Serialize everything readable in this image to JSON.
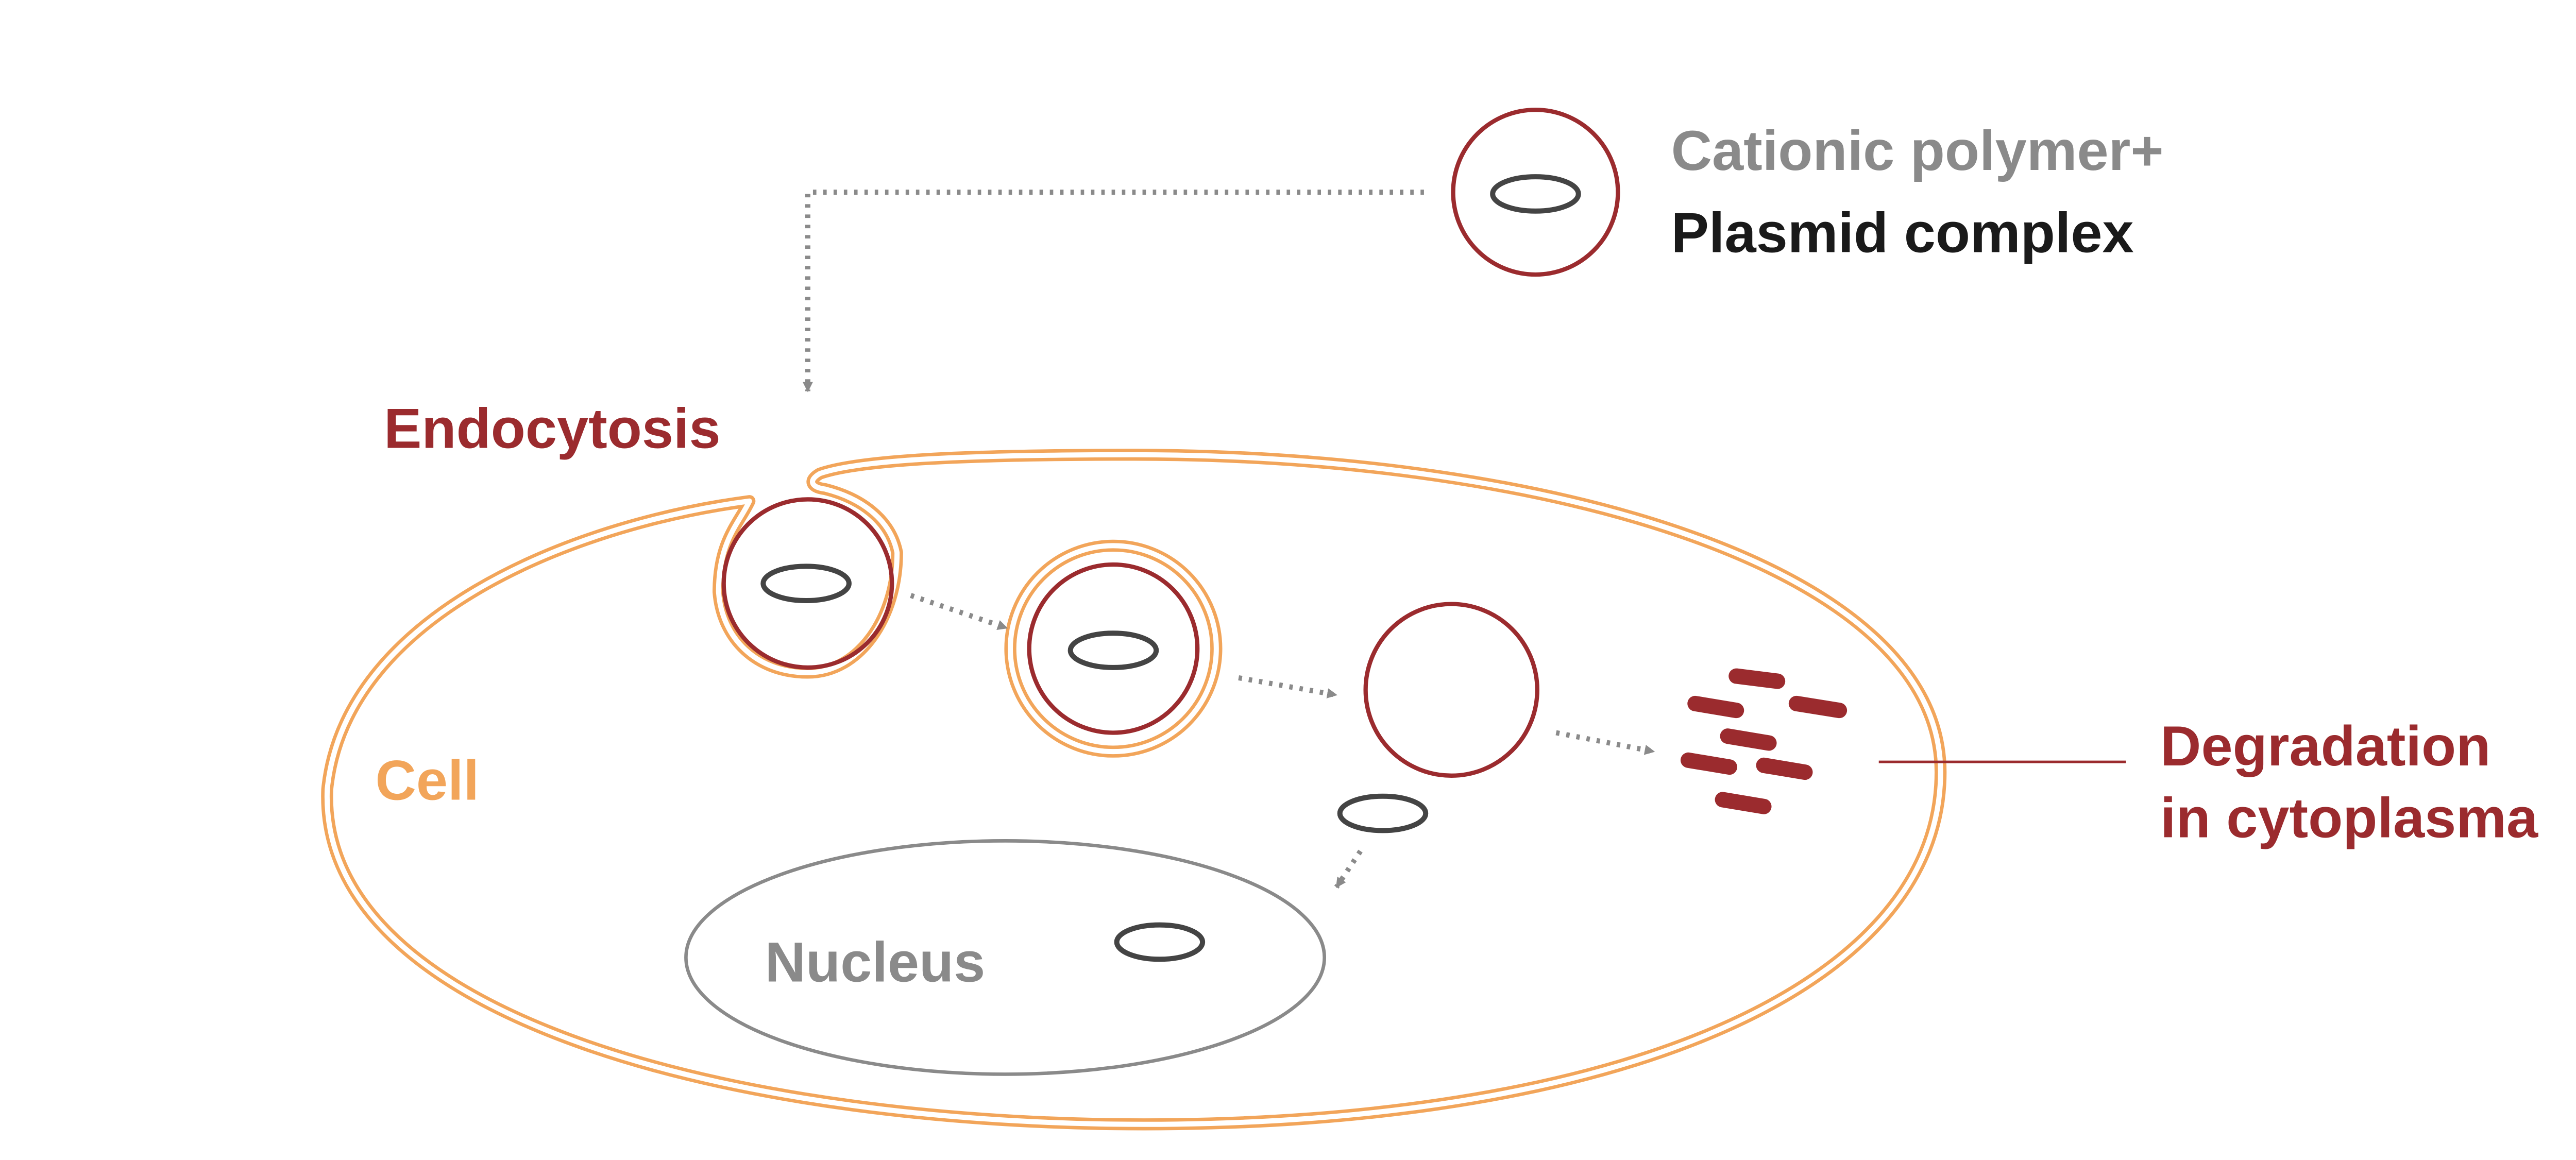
{
  "labels": {
    "complex_line1": "Cationic polymer+",
    "complex_line2": "Plasmid complex",
    "endocytosis": "Endocytosis",
    "cell": "Cell",
    "nucleus": "Nucleus",
    "degradation_line1": "Degradation",
    "degradation_line2": "in cytoplasma"
  },
  "colors": {
    "dark_red": "#9b2b2e",
    "orange": "#f2a55a",
    "grey": "#8a8a8a",
    "dark_grey": "#555555",
    "black": "#1a1a1a",
    "background": "#ffffff"
  }
}
